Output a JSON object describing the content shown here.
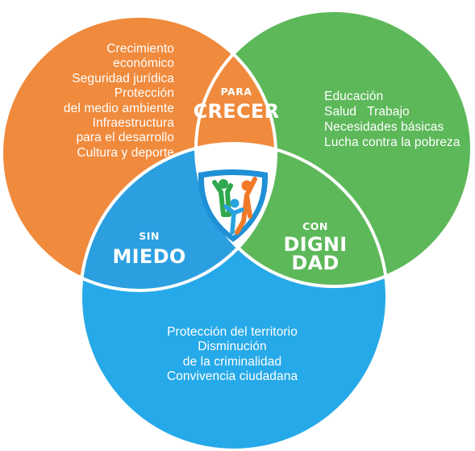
{
  "colors": {
    "orange": "#F08A3C",
    "green": "#5DB85A",
    "blue": "#26A9E8",
    "center_orange": "#F08A3C",
    "center_green": "#5DB85A",
    "center_blue": "#2B9FE0",
    "center_core": "#FFFFFF",
    "border": "#FFFFFF"
  },
  "circles": {
    "para_crecer": {
      "label_top": "PARA",
      "label_main": "CRECER",
      "items": [
        "Crecimiento",
        "económico",
        "Seguridad jurídica",
        "Protección",
        "del medio ambiente",
        "Infraestructura",
        "para el desarrollo",
        "Cultura y deporte"
      ]
    },
    "con_dignidad": {
      "label_top": "CON",
      "label_main_line1": "DIGNI",
      "label_main_line2": "DAD",
      "items": [
        "Educación",
        "Salud   Trabajo",
        "Necesidades básicas",
        "Lucha contra la pobreza"
      ]
    },
    "sin_miedo": {
      "label_top": "SIN",
      "label_main": "MIEDO",
      "items": [
        "Protección del territorio",
        "Disminución",
        "de la criminalidad",
        "Convivencia ciudadana"
      ]
    }
  },
  "logo": {
    "icon": "family-shield-icon",
    "shield_color": "#1F8FD6",
    "figure_colors": [
      "#2FA84F",
      "#F07A2A",
      "#27A3E0"
    ]
  }
}
